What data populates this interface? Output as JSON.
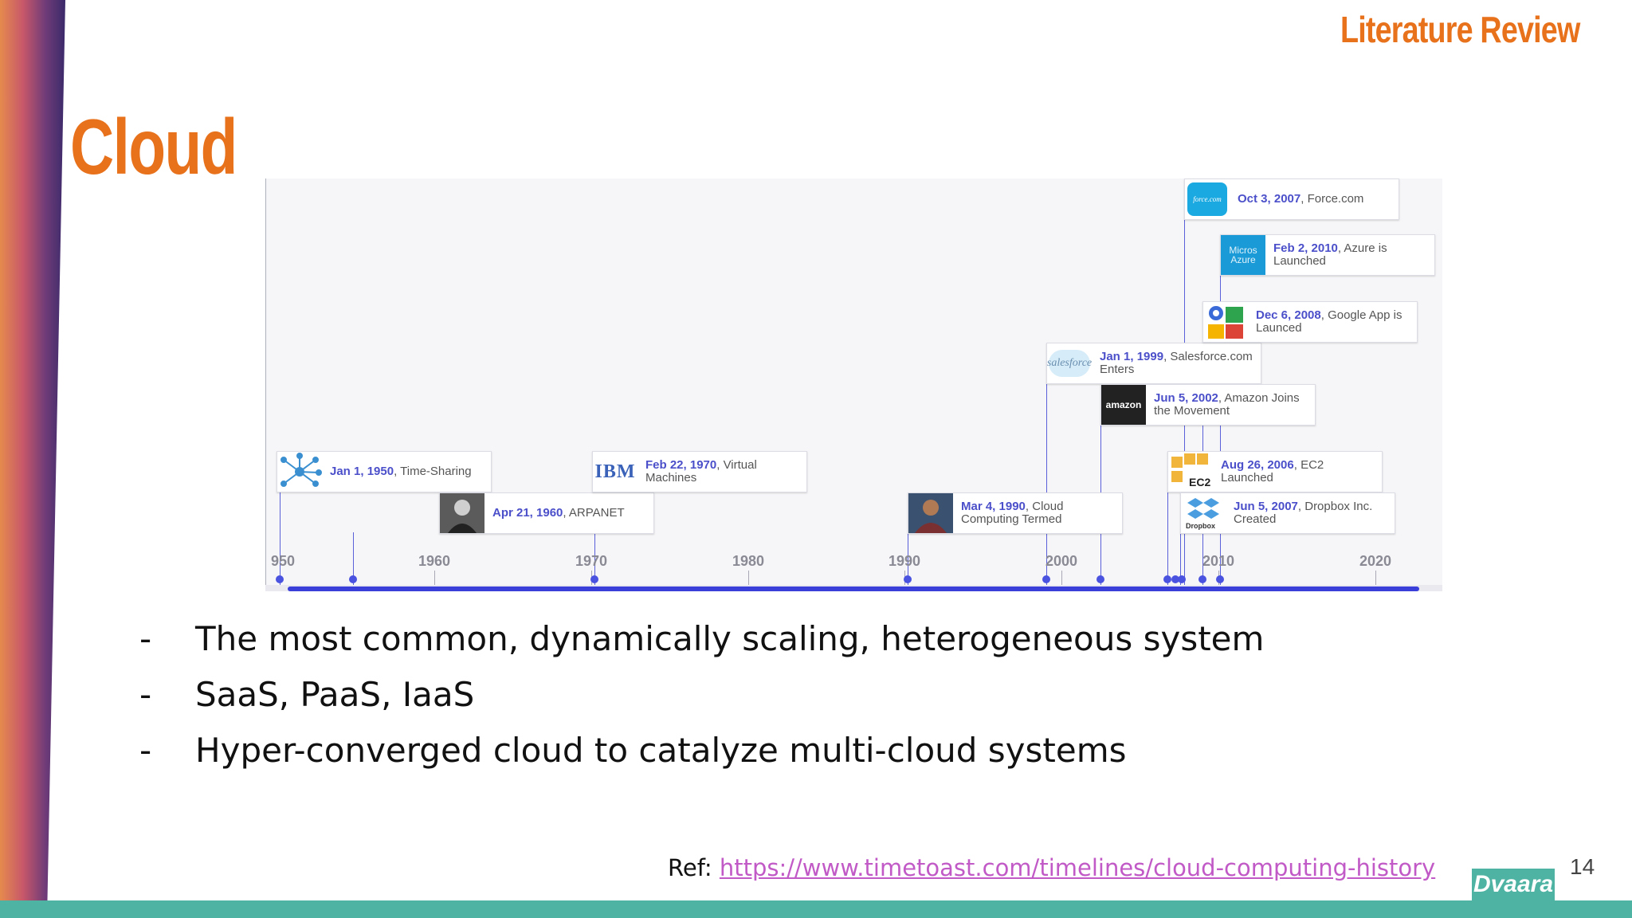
{
  "header": {
    "section": "Literature Review"
  },
  "slide": {
    "title": "Cloud",
    "page_number": "14"
  },
  "timeline": {
    "axis_years": [
      "950",
      "1960",
      "1970",
      "1980",
      "1990",
      "2000",
      "2010",
      "2020"
    ],
    "events": [
      {
        "id": "timesharing",
        "date": "Jan 1, 1950",
        "text": "Time-Sharing",
        "logo": "network-graph-icon"
      },
      {
        "id": "arpanet",
        "date": "Apr 21, 1960",
        "text": "ARPANET",
        "logo": "portrait-photo"
      },
      {
        "id": "vm",
        "date": "Feb 22, 1970",
        "text": "Virtual Machines",
        "logo": "IBM"
      },
      {
        "id": "cloudterm",
        "date": "Mar 4, 1990",
        "text": "Cloud Computing Termed",
        "logo": "portrait-photo"
      },
      {
        "id": "salesforce",
        "date": "Jan 1, 1999",
        "text": "Salesforce.com Enters",
        "logo": "salesforce"
      },
      {
        "id": "amazon",
        "date": "Jun 5, 2002",
        "text": "Amazon Joins the Movement",
        "logo": "amazon"
      },
      {
        "id": "ec2",
        "date": "Aug 26, 2006",
        "text": "EC2 Launched",
        "logo": "EC2"
      },
      {
        "id": "dropbox",
        "date": "Jun 5, 2007",
        "text": "Dropbox Inc. Created",
        "logo": "Dropbox"
      },
      {
        "id": "forcecom",
        "date": "Oct 3, 2007",
        "text": "Force.com",
        "logo": "force.com"
      },
      {
        "id": "googleapp",
        "date": "Dec 6, 2008",
        "text": "Google App is Launced",
        "logo": "google-icon"
      },
      {
        "id": "azure",
        "date": "Feb 2, 2010",
        "text": "Azure is Launched",
        "logo": "Micros Azure"
      }
    ]
  },
  "bullets": {
    "dash": "-",
    "items": [
      "The most common, dynamically scaling, heterogeneous system",
      "SaaS, PaaS, IaaS",
      "Hyper-converged cloud to catalyze multi-cloud systems"
    ]
  },
  "reference": {
    "label": "Ref: ",
    "url": "https://www.timetoast.com/timelines/cloud-computing-history"
  },
  "brand": {
    "name": "Dvaara"
  },
  "colors": {
    "accent": "#e8711b",
    "timeline": "#3b3fd9",
    "band": "#4fb3a3",
    "link": "#c15ac6"
  }
}
